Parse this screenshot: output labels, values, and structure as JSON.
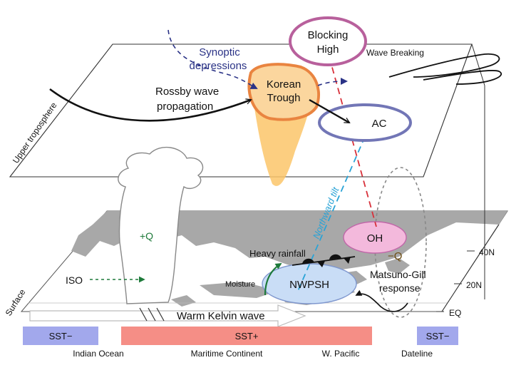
{
  "labels": {
    "blocking_high_1": "Blocking",
    "blocking_high_2": "High",
    "wave_breaking": "Wave Breaking",
    "synoptic_1": "Synoptic",
    "synoptic_2": "depressions",
    "korean_1": "Korean",
    "korean_2": "Trough",
    "rossby_1": "Rossby wave",
    "rossby_2": "propagation",
    "ac": "AC",
    "upper_troposphere": "Upper troposphere",
    "northward_tilt": "Northward tilt",
    "plus_q": "+Q",
    "oh": "OH",
    "minus_q": "−Q",
    "heavy_rainfall": "Heavy rainfall",
    "matsuno_1": "Matsuno-Gill",
    "matsuno_2": "response",
    "moisture": "Moisture",
    "nwpsh": "NWPSH",
    "iso": "ISO",
    "surface": "Surface",
    "lat_40": "40N",
    "lat_20": "20N",
    "lat_eq": "EQ",
    "kelvin": "Warm Kelvin wave",
    "sst_minus_left": "SST−",
    "sst_plus": "SST+",
    "sst_minus_right": "SST−",
    "region_indian": "Indian Ocean",
    "region_maritime": "Maritime Continent",
    "region_pacific": "W. Pacific",
    "region_dateline": "Dateline"
  },
  "colors": {
    "blocking": "#b8609c",
    "korean_edge": "#e98440",
    "korean_fill": "#fbd69e",
    "plume": "#fcc66a",
    "ac": "#7276b6",
    "synoptic": "#2a3286",
    "tilt": "#2aa3d6",
    "red_dash": "#d8303a",
    "oh_fill": "#f3b9dc",
    "oh_edge": "#c067a8",
    "nwpsh_fill": "#c9ddf6",
    "nwpsh_edge": "#7f97ce",
    "green": "#1e7a3a",
    "minus_q": "#6b4a10",
    "land": "#a8a8a8",
    "sst_cold": "#a2a8ec",
    "sst_warm": "#f58e86"
  }
}
